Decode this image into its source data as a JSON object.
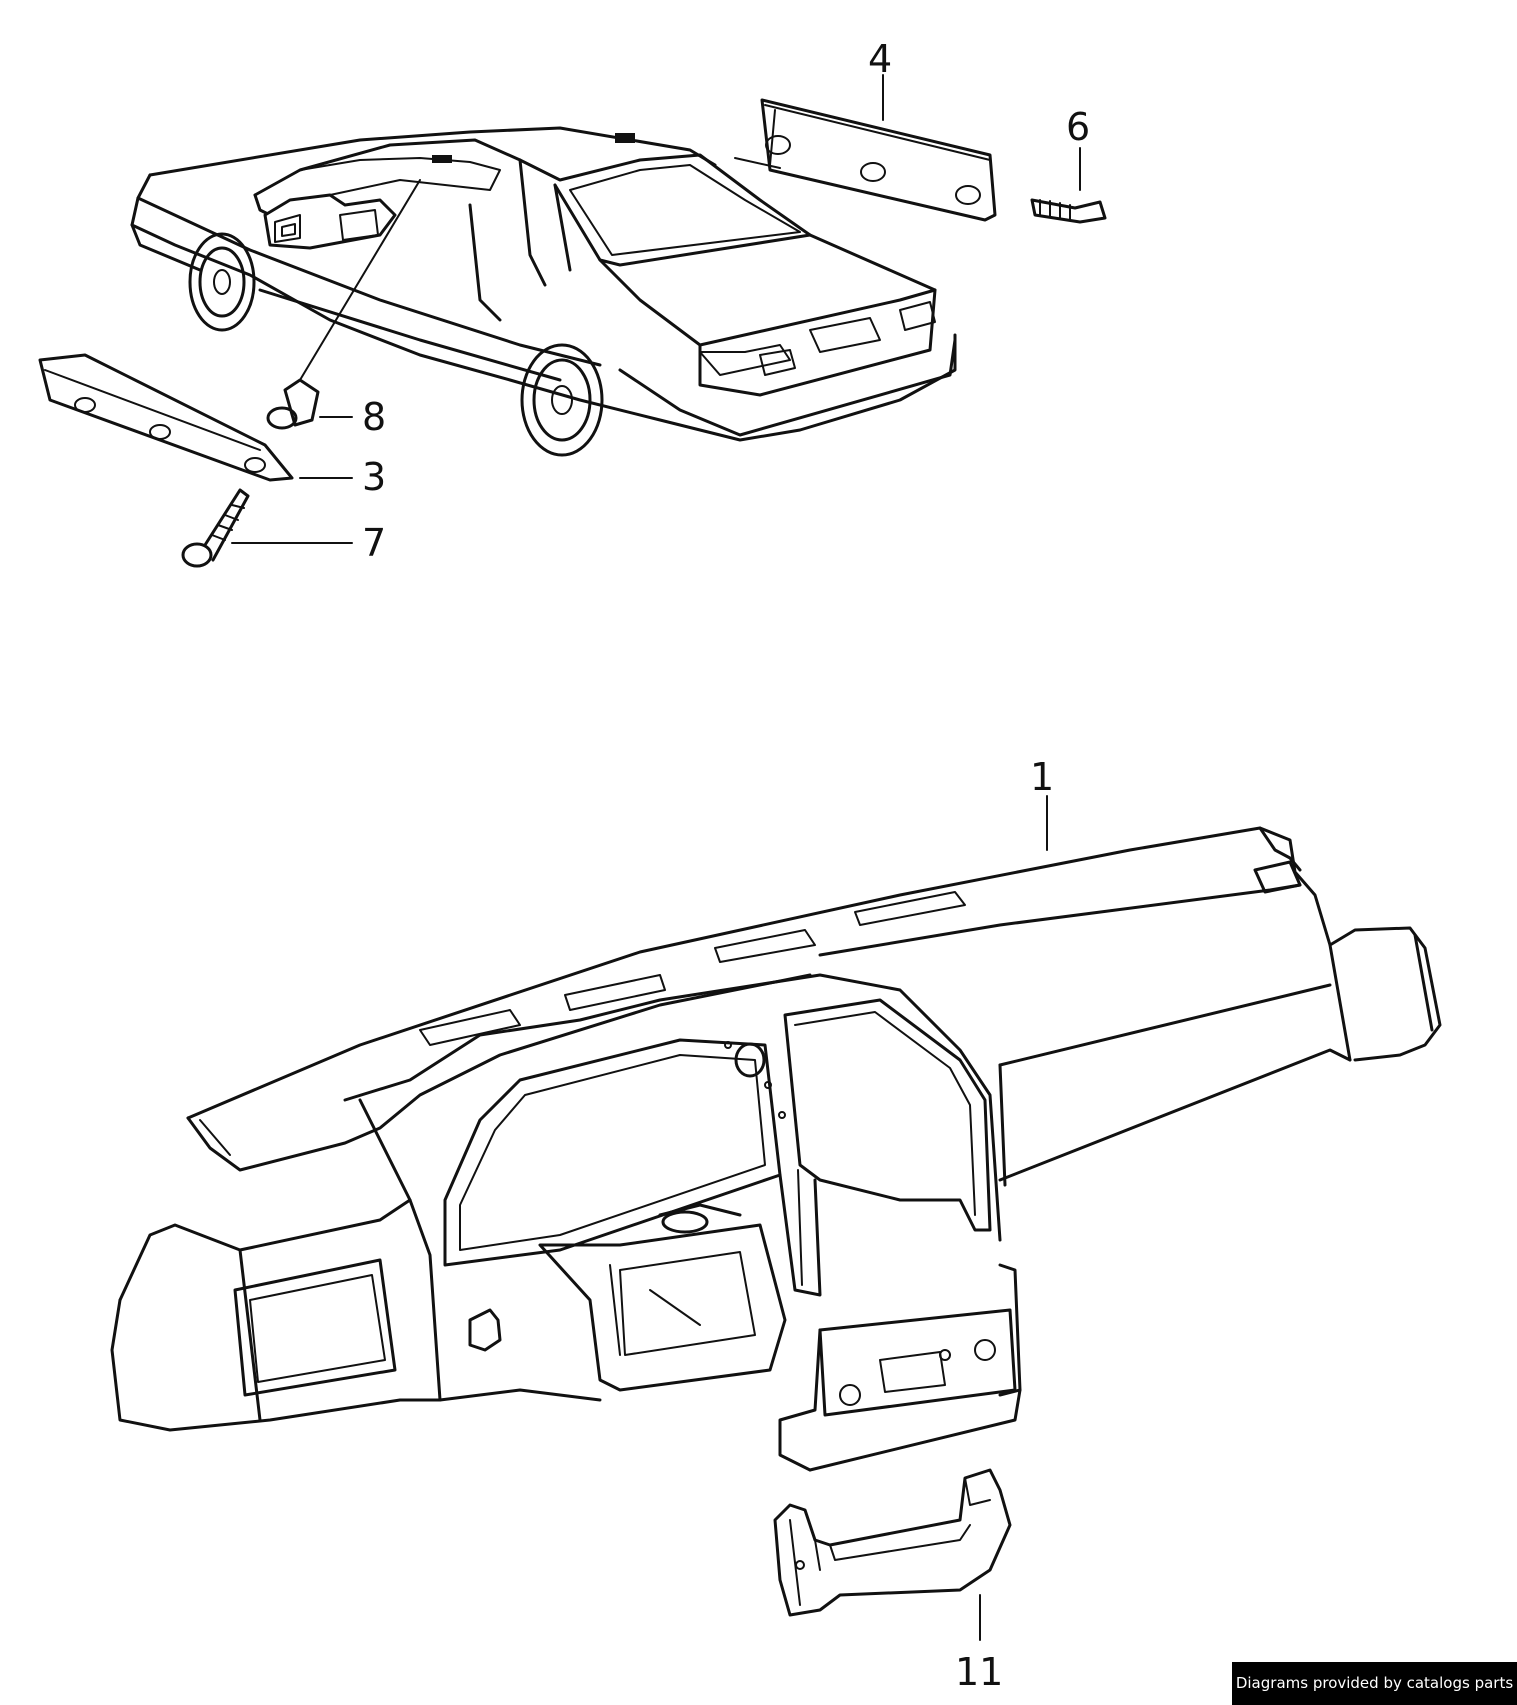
{
  "callouts": {
    "c1": "1",
    "c3": "3",
    "c4": "4",
    "c6": "6",
    "c7": "7",
    "c8": "8",
    "c11": "11"
  },
  "footer": {
    "credit": "Diagrams provided by catalogs parts"
  }
}
